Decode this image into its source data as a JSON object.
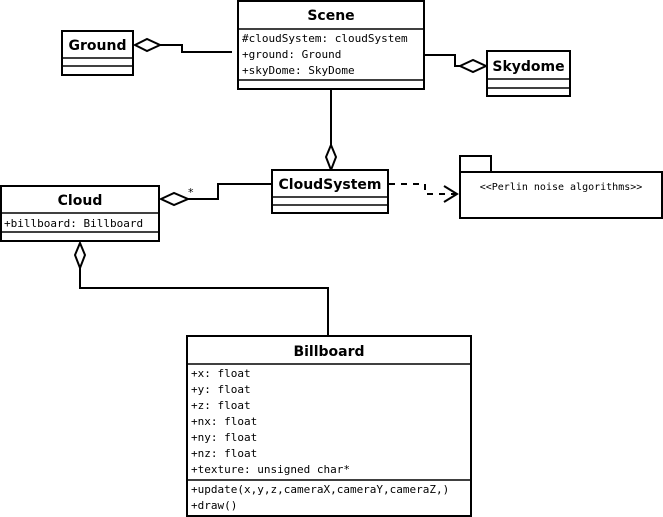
{
  "classes": {
    "scene": {
      "name": "Scene",
      "attributes": [
        "#cloudSystem: cloudSystem",
        "+ground: Ground",
        "+skyDome: SkyDome"
      ],
      "operations": []
    },
    "ground": {
      "name": "Ground",
      "attributes": [],
      "operations": []
    },
    "skydome": {
      "name": "Skydome",
      "attributes": [],
      "operations": []
    },
    "cloud": {
      "name": "Cloud",
      "attributes": [
        "+billboard: Billboard"
      ],
      "operations": []
    },
    "cloudsystem": {
      "name": "CloudSystem",
      "attributes": [],
      "operations": []
    },
    "billboard": {
      "name": "Billboard",
      "attributes": [
        "+x: float",
        "+y: float",
        "+z: float",
        "+nx: float",
        "+ny: float",
        "+nz: float",
        "+texture: unsigned char*"
      ],
      "operations": [
        "+update(x,y,z,cameraX,cameraY,cameraZ,)",
        "+draw()"
      ]
    }
  },
  "package": {
    "label": "<<Perlin noise algorithms>>"
  },
  "relations": {
    "cloud_cloudsystem_multiplicity": "*"
  }
}
